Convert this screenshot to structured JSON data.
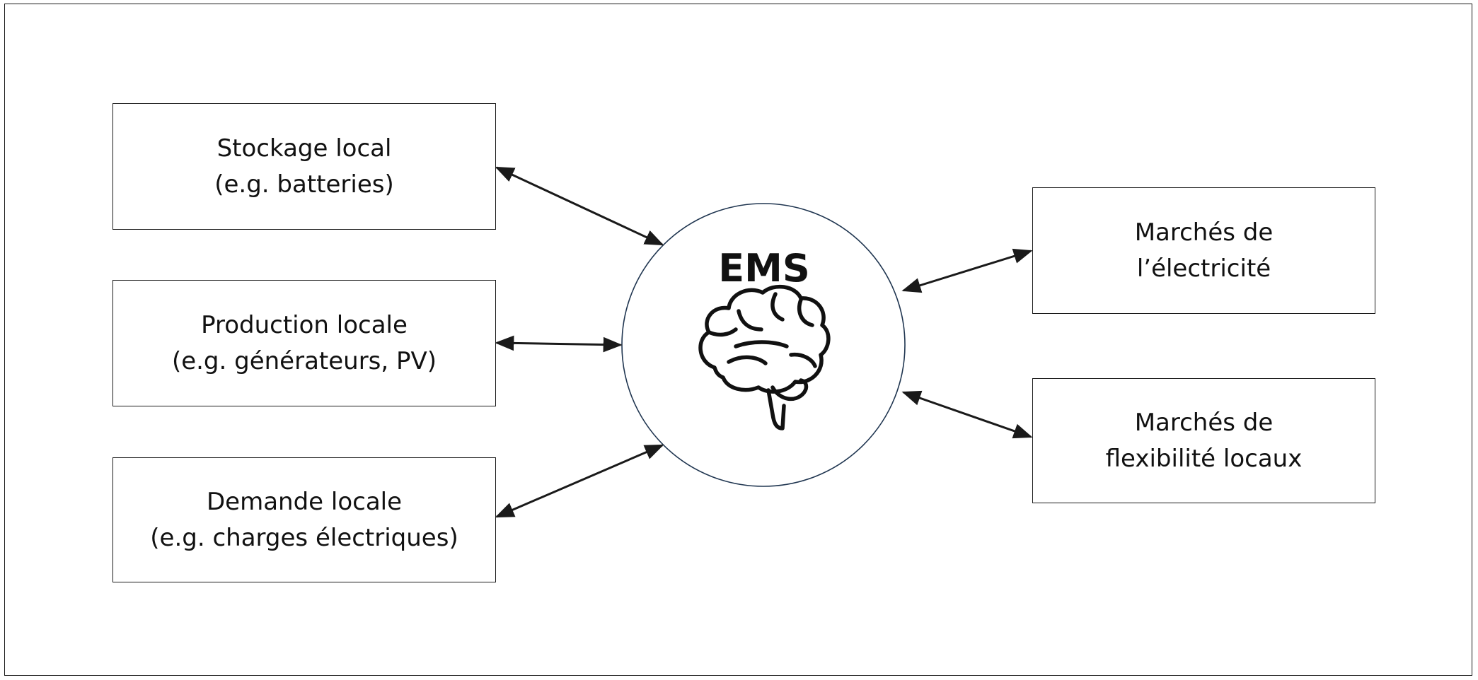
{
  "diagram": {
    "left_boxes": [
      {
        "line1": "Stockage local",
        "line2": "(e.g. batteries)"
      },
      {
        "line1": "Production locale",
        "line2": "(e.g. générateurs, PV)"
      },
      {
        "line1": "Demande locale",
        "line2": "(e.g. charges électriques)"
      }
    ],
    "right_boxes": [
      {
        "line1": "Marchés de",
        "line2": "l’électricité"
      },
      {
        "line1": "Marchés de",
        "line2": "flexibilité locaux"
      }
    ],
    "center": {
      "title": "EMS",
      "icon": "brain-icon"
    },
    "colors": {
      "stroke": "#1a1a1a",
      "circle_border": "#1f3550"
    }
  }
}
